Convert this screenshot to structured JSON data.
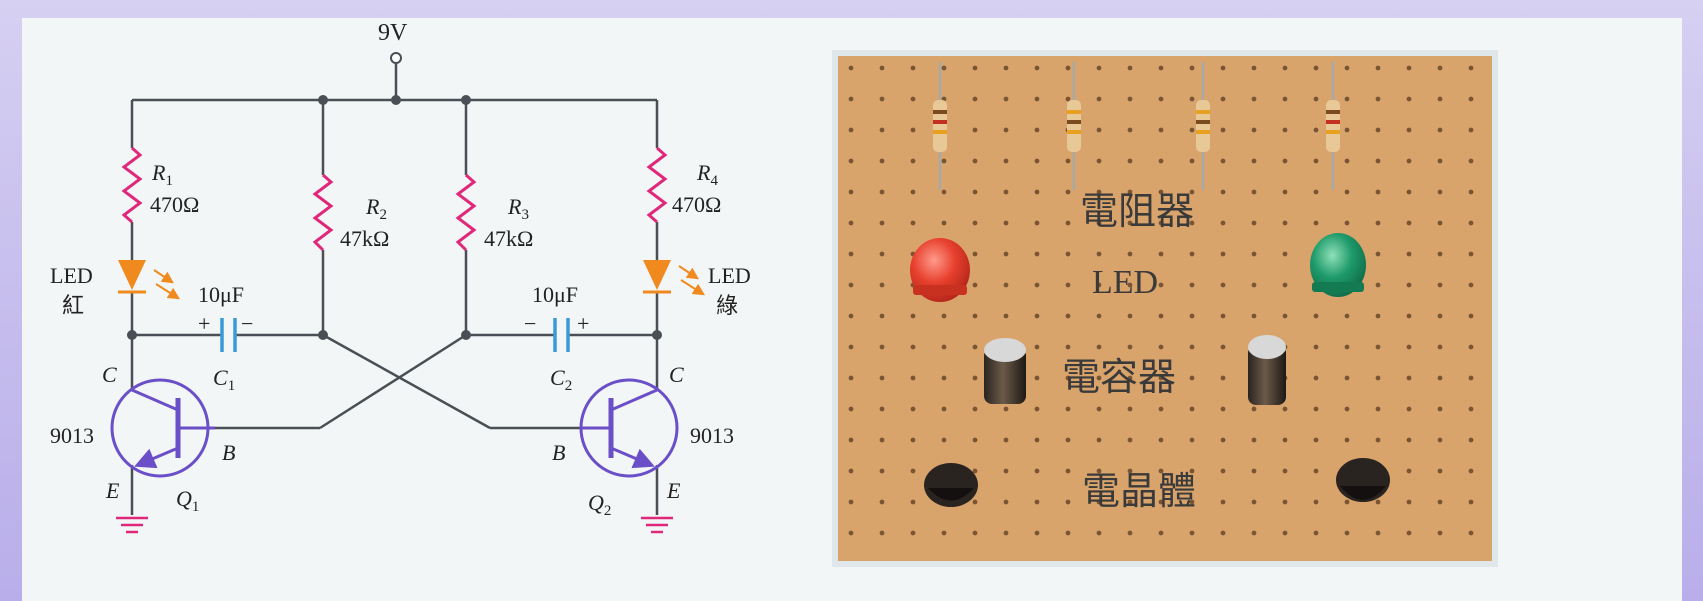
{
  "schematic": {
    "supply": "9V",
    "r1": {
      "name": "R",
      "sub": "1",
      "value": "470Ω"
    },
    "r2": {
      "name": "R",
      "sub": "2",
      "value": "47kΩ"
    },
    "r3": {
      "name": "R",
      "sub": "3",
      "value": "47kΩ"
    },
    "r4": {
      "name": "R",
      "sub": "4",
      "value": "470Ω"
    },
    "led_left": {
      "label": "LED",
      "color_name": "紅"
    },
    "led_right": {
      "label": "LED",
      "color_name": "綠"
    },
    "c1": {
      "value": "10μF",
      "name": "C",
      "sub": "1",
      "plus": "+",
      "minus": "−"
    },
    "c2": {
      "value": "10μF",
      "name": "C",
      "sub": "2",
      "plus": "+",
      "minus": "−"
    },
    "q1": {
      "part": "9013",
      "name": "Q",
      "sub": "1",
      "collector": "C",
      "base": "B",
      "emitter": "E"
    },
    "q2": {
      "part": "9013",
      "name": "Q",
      "sub": "2",
      "collector": "C",
      "base": "B",
      "emitter": "E"
    },
    "colors": {
      "wire": "#4a4f55",
      "resistor": "#e0287a",
      "led": "#f08a1e",
      "capacitor": "#3a9ad8",
      "transistor": "#6b4fc8"
    }
  },
  "photo": {
    "label_resistor": "電阻器",
    "label_led": "LED",
    "label_capacitor": "電容器",
    "label_transistor": "電晶體",
    "colors": {
      "board": "#d9a46c",
      "hole": "#7a5534"
    }
  }
}
